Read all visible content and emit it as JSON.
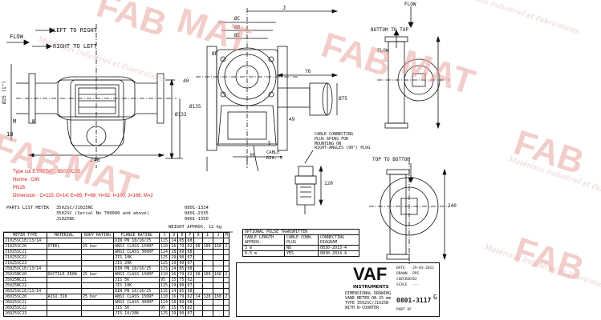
{
  "direction": {
    "left_to_right": "LEFT TO RIGHT",
    "right_to_left": "RIGHT TO LEFT",
    "flow": "FLOW",
    "bottom_to_top": "BOTTOM TO TOP",
    "top_to_bottom": "TOP TO BOTTOM"
  },
  "dims": {
    "d25": "Ø25 (1\")",
    "m": "M",
    "k": "K",
    "d18": "18",
    "d240_front": "240",
    "d40": "40",
    "d133": "Ø133",
    "d135": "Ø135",
    "dc": "ØC",
    "dd": "ØD",
    "de": "ØE",
    "df": "ØF",
    "j": "J",
    "d76": "76",
    "d75": "Ø75",
    "d49": "49",
    "d5": "5",
    "h": "H",
    "cable_dia": "CABLE\nDIA. 5",
    "d120": "120",
    "d240_side": "240",
    "cable_note": "CABLE CONNECTING\nPLUG 6PINS FOR\nMOUNTING ON\nRIGHT-ANGLES (90°) PLUG"
  },
  "annotation": {
    "type_line": "Type cut ETRETAT : 8502SC05",
    "norm_line": "Norme : DIN",
    "pn_line": "PN16",
    "dimension_line": "Dimension : C=115; D=14; E=85; F=68; H=92; I=100; J=168; M=2"
  },
  "parts_list": {
    "title": "PARTS LIST METER",
    "lines": [
      [
        "3502SC/J1025NC",
        "0801-1334"
      ],
      [
        "3502SC (Serial No 700000 and above)",
        "0801-2335"
      ],
      [
        "J1025NC",
        "0801-1350"
      ]
    ],
    "weight": "WEIGHT APPROX. 12 kg"
  },
  "table": {
    "headers": [
      "METER TYPE",
      "MATERIAL",
      "BODY RATING",
      "FLANGE RATING",
      "C",
      "D",
      "E",
      "F",
      "H",
      "I",
      "J",
      "M"
    ],
    "rows": [
      [
        "J1025SC1E/13/14",
        "",
        "",
        "DIN PN 10/16/25",
        "115",
        "14",
        "85",
        "68",
        "",
        "",
        "",
        ""
      ],
      [
        "J1025SC20",
        "STEEL",
        "25 bar",
        "ANSI CLASS 150RF",
        "110",
        "16",
        "79",
        "62",
        "90",
        "100",
        "168",
        "2"
      ],
      [
        "J1025SC21",
        "",
        "",
        "ANSI CLASS 300RF",
        "124",
        "18",
        "89",
        "68",
        "",
        "",
        "",
        ""
      ],
      [
        "J1025SC22",
        "",
        "",
        "JIS 10K",
        "125",
        "19",
        "90",
        "67",
        "",
        "",
        "",
        ""
      ],
      [
        "J1025SC23",
        "",
        "",
        "JIS 20K",
        "125",
        "19",
        "90",
        "67",
        "",
        "",
        "",
        ""
      ],
      [
        "J5025SC1E/13/14",
        "",
        "",
        "DIN PN 10/16/25",
        "115",
        "14",
        "85",
        "68",
        "",
        "",
        "",
        ""
      ],
      [
        "J5025NC20",
        "DUCTILE IRON",
        "25 bar",
        "ANSI CLASS 150RF",
        "110",
        "16",
        "79",
        "62",
        "90",
        "100",
        "168",
        "2"
      ],
      [
        "J5025NC21",
        "",
        "",
        "JIS 5K",
        "95",
        "15",
        "75",
        "62",
        "",
        "",
        "",
        ""
      ],
      [
        "J5025NC22",
        "",
        "",
        "JIS 10K",
        "125",
        "19",
        "90",
        "67",
        "",
        "",
        "",
        ""
      ],
      [
        "J6025SC1E/13/14",
        "",
        "",
        "DIN PN 10/16/25",
        "115",
        "14",
        "85",
        "68",
        "",
        "",
        "",
        ""
      ],
      [
        "J6025SC20",
        "AISI 316",
        "25 bar",
        "ANSI CLASS 150RF",
        "110",
        "16",
        "79",
        "62",
        "14",
        "128",
        "168",
        "2"
      ],
      [
        "J6025SC21",
        "",
        "",
        "ANSI CLASS 300RF",
        "124",
        "18",
        "89",
        "68",
        "",
        "",
        "",
        ""
      ],
      [
        "J6025SC22",
        "",
        "",
        "JIS 5K",
        "95",
        "15",
        "75",
        "62",
        "",
        "",
        "",
        ""
      ],
      [
        "J6025SC23",
        "",
        "",
        "JIS 10/20K",
        "125",
        "19",
        "90",
        "67",
        "",
        "",
        "",
        ""
      ]
    ]
  },
  "pulse": {
    "title": "OPTIONAL PULSE TRANSMITTER",
    "headers": [
      "CABLE LENGTH APPROX.",
      "CABLE CONN. PLUG",
      "CONNECTING DIAGRAM"
    ],
    "rows": [
      [
        "3 m",
        "NO",
        "0830-2013-4"
      ],
      [
        "0.5 m",
        "YES",
        "0830-2014-4"
      ]
    ]
  },
  "titleblock": {
    "brand": "VAF",
    "sub": "INSTRUMENTS",
    "desc1": "DIMENSIONAL DRAWING",
    "desc2": "VANE METER DN 25 mm",
    "desc3": "TYPE 3502SC/J1025N",
    "desc4": "WITH N-COUNTER",
    "drawing_no": "0801-3117",
    "rev": "G",
    "date_label": "DATE",
    "date_val": "29-03-2011",
    "drawn_label": "DRAWN",
    "drawn_val": "PPS",
    "checked_label": "CHECKED",
    "checked_val": "BJ",
    "scale_label": "SCALE",
    "scale_val": "---",
    "partof": "PART OF"
  },
  "watermarks": [
    "FAB",
    "MAT",
    "Matériaux Industriel et Fabrications"
  ]
}
